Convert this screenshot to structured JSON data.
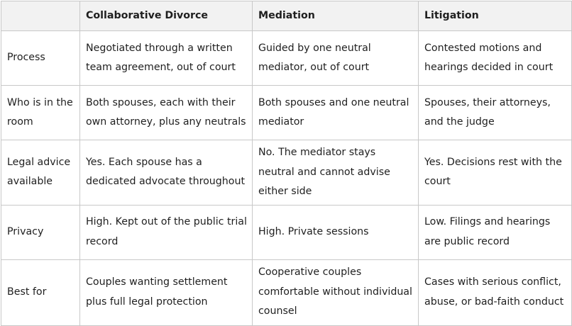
{
  "table": {
    "headers": [
      "",
      "Collaborative Divorce",
      "Mediation",
      "Litigation"
    ],
    "rows": [
      {
        "label": "Process",
        "collaborative": "Negotiated through a written team agreement, out of court",
        "mediation": "Guided by one neutral mediator, out of court",
        "litigation": "Contested motions and hearings decided in court"
      },
      {
        "label": "Who is in the room",
        "collaborative": "Both spouses, each with their own attorney, plus any neutrals",
        "mediation": "Both spouses and one neutral mediator",
        "litigation": "Spouses, their attorneys, and the judge"
      },
      {
        "label": "Legal advice available",
        "collaborative": "Yes. Each spouse has a dedicated advocate throughout",
        "mediation": "No. The mediator stays neutral and cannot advise either side",
        "litigation": "Yes. Decisions rest with the court"
      },
      {
        "label": "Privacy",
        "collaborative": "High. Kept out of the public trial record",
        "mediation": "High. Private sessions",
        "litigation": "Low. Filings and hearings are public record"
      },
      {
        "label": "Best for",
        "collaborative": "Couples wanting settlement plus full legal protection",
        "mediation": "Cooperative couples comfortable without individual counsel",
        "litigation": "Cases with serious conflict, abuse, or bad-faith conduct"
      }
    ]
  },
  "colors": {
    "header_bg": "#f2f2f2",
    "border": "#c8c8c8",
    "text": "#1f1f1f"
  }
}
